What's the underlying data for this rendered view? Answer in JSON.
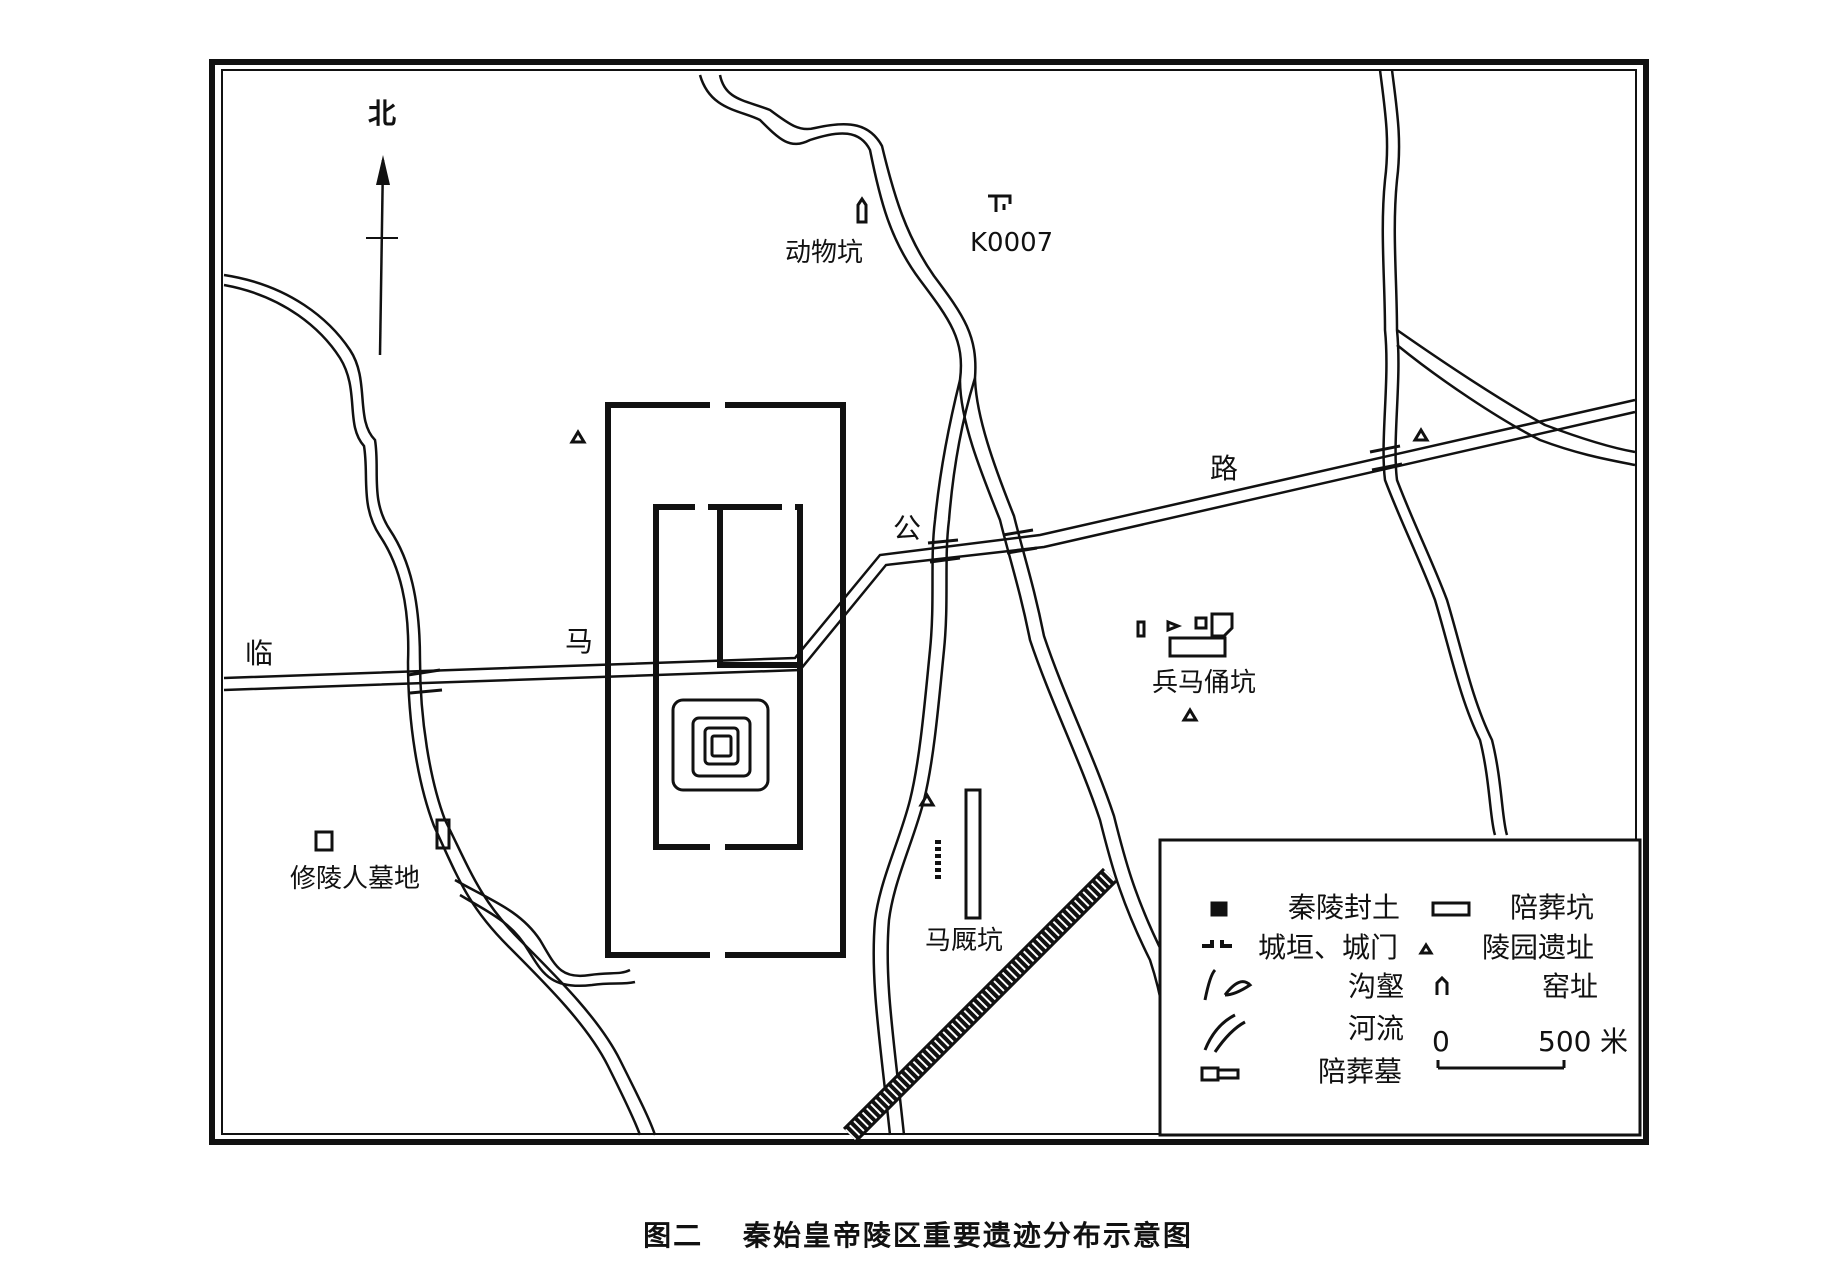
{
  "figure": {
    "caption_number": "图二",
    "caption_title": "秦始皇帝陵区重要遗迹分布示意图"
  },
  "map": {
    "north_label": "北",
    "road_chars": [
      "临",
      "马",
      "公",
      "路"
    ],
    "site_labels": {
      "animal_pit": "动物坑",
      "k0007": "K0007",
      "terracotta_pits": "兵马俑坑",
      "stable_pit": "马厩坑",
      "laborer_cemetery": "修陵人墓地"
    }
  },
  "legend": {
    "items": [
      {
        "symbol": "mound-icon",
        "label": "秦陵封土"
      },
      {
        "symbol": "pit-icon",
        "label": "陪葬坑"
      },
      {
        "symbol": "wall-gate-icon",
        "label": "城垣、城门"
      },
      {
        "symbol": "triangle-icon",
        "label": "陵园遗址"
      },
      {
        "symbol": "ditch-icon",
        "label": "沟壑"
      },
      {
        "symbol": "kiln-icon",
        "label": "窑址"
      },
      {
        "symbol": "river-icon",
        "label": "河流"
      },
      {
        "symbol": "tomb-icon",
        "label": "陪葬墓"
      }
    ],
    "scale": {
      "start": "0",
      "end": "500",
      "unit": "米"
    }
  }
}
